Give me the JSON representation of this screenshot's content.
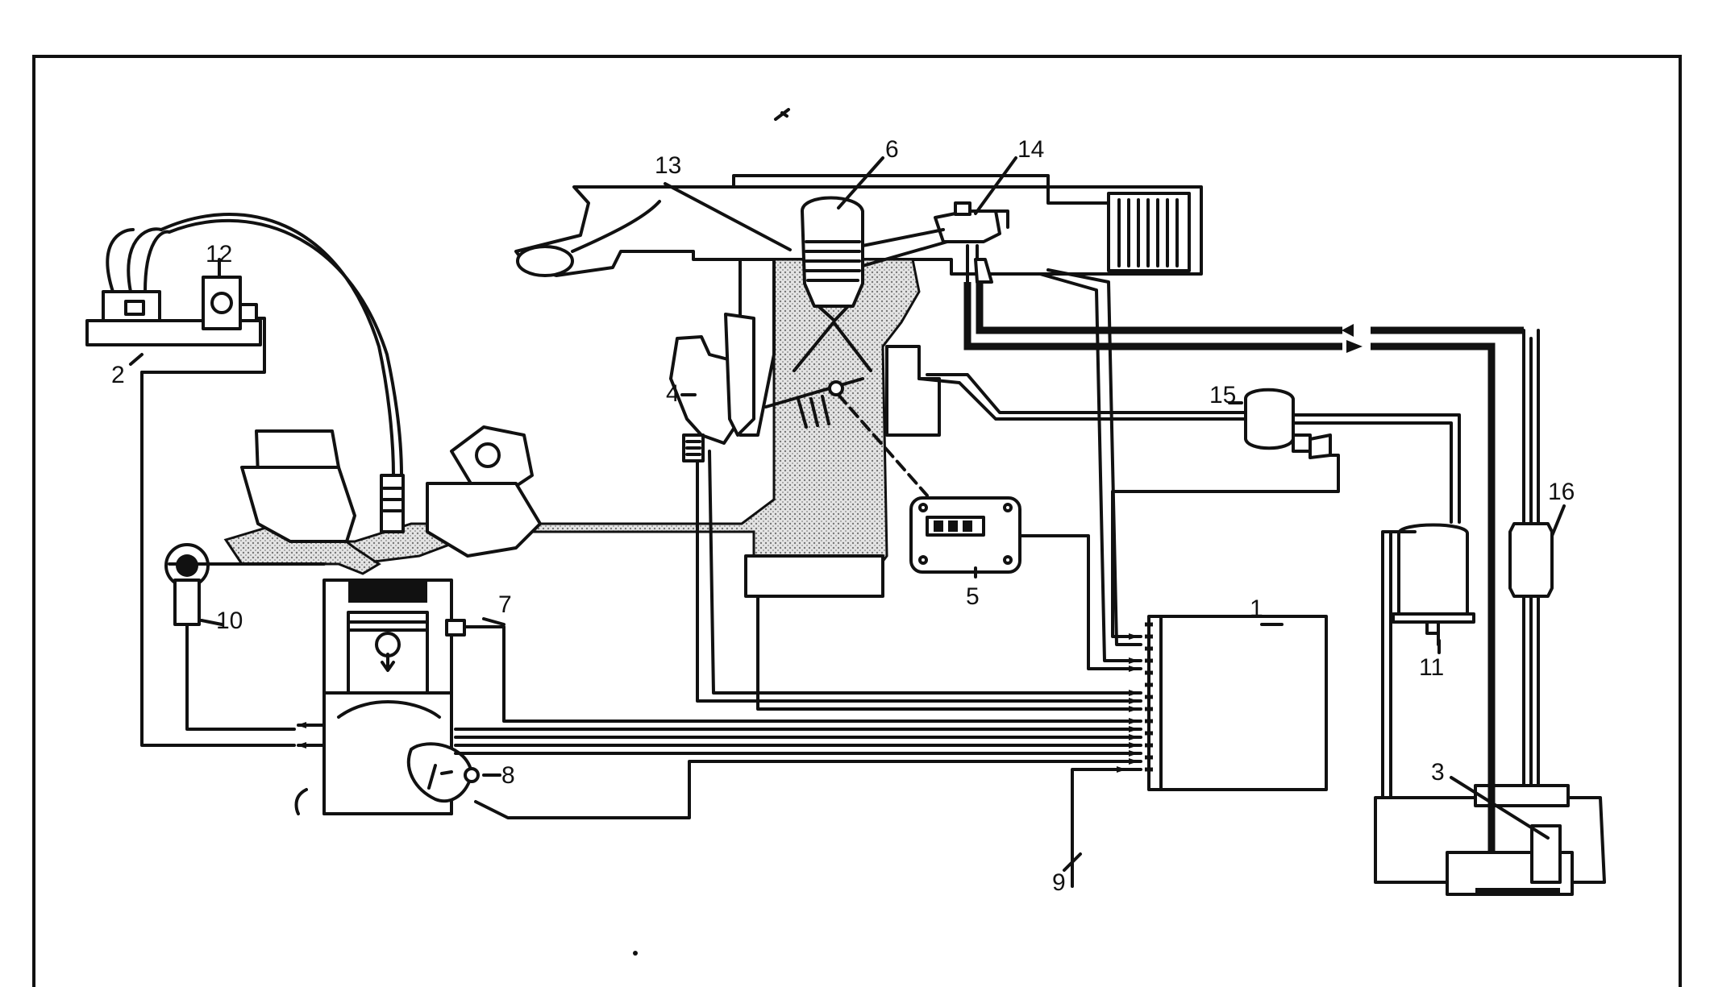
{
  "labels": {
    "l1": "1",
    "l2": "2",
    "l3": "3",
    "l4": "4",
    "l5": "5",
    "l6": "6",
    "l7": "7",
    "l8": "8",
    "l9": "9",
    "l10": "10",
    "l11": "11",
    "l12": "12",
    "l13": "13",
    "l14": "14",
    "l15": "15",
    "l16": "16"
  },
  "colors": {
    "line": "#111111",
    "background": "#ffffff",
    "stipple": "#9a9a9a"
  }
}
